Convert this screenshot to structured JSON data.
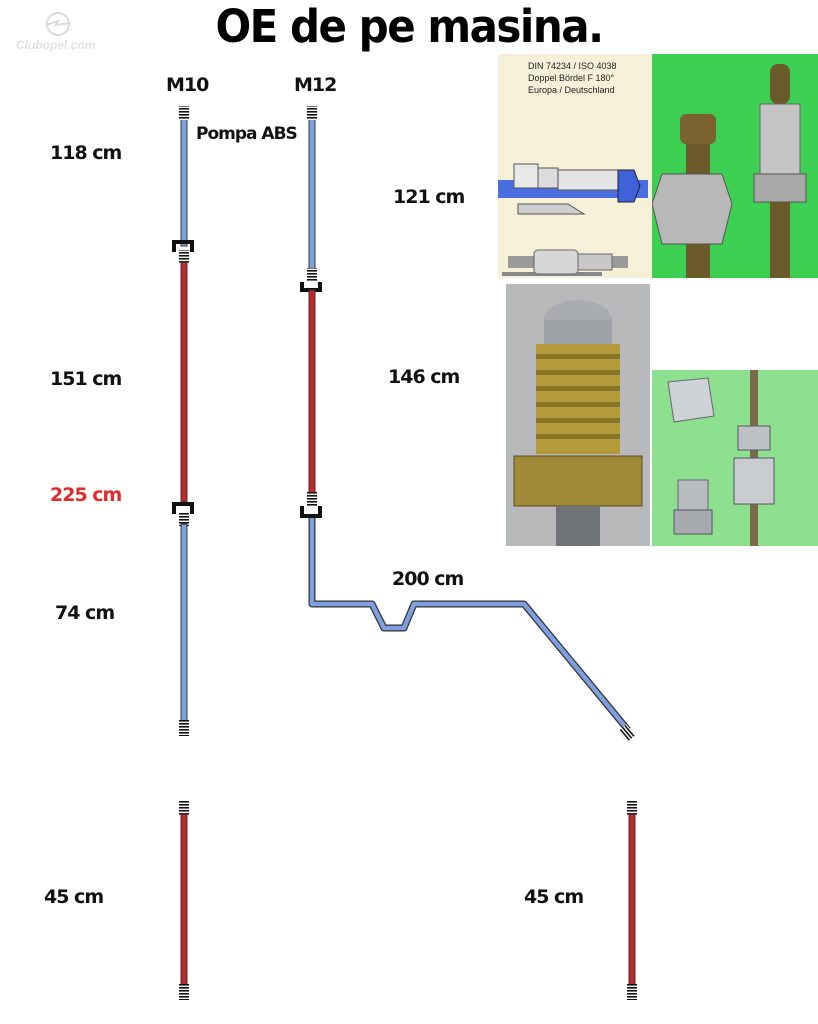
{
  "page": {
    "title": "OE de pe masina."
  },
  "watermark": {
    "text": "Clubopel.com"
  },
  "columns": {
    "left_thread": "M10",
    "right_thread": "M12"
  },
  "labels": {
    "pump": "Pompa ABS",
    "left_top": "118 cm",
    "left_mid": "151 cm",
    "left_total": "225 cm",
    "left_bottom": "74 cm",
    "right_top": "121 cm",
    "right_mid": "146 cm",
    "right_bent": "200 cm",
    "bottom_left": "45 cm",
    "bottom_right": "45 cm"
  },
  "spec_text": {
    "line1": "DIN 74234 / ISO 4038",
    "line2": "Doppel Bördel F 180°",
    "line3": "Europa / Deutschland"
  },
  "colors": {
    "pipe_blue": "#7fa0e0",
    "pipe_red": "#c0282e",
    "highlight_red": "#e12a2a",
    "photo_green": "#3ccf52"
  }
}
